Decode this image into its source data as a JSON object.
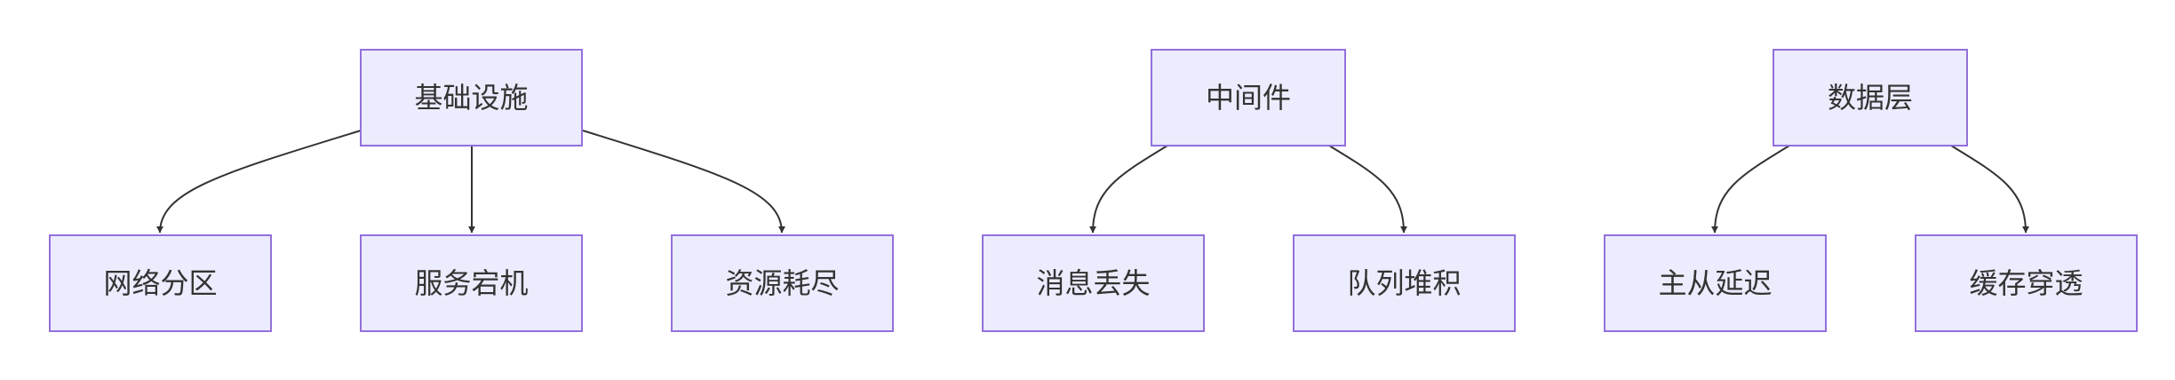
{
  "diagram": {
    "groups": [
      {
        "root": "基础设施",
        "children": [
          "网络分区",
          "服务宕机",
          "资源耗尽"
        ]
      },
      {
        "root": "中间件",
        "children": [
          "消息丢失",
          "队列堆积"
        ]
      },
      {
        "root": "数据层",
        "children": [
          "主从延迟",
          "缓存穿透"
        ]
      }
    ],
    "colors": {
      "node_fill": "#ECECFF",
      "node_stroke": "#9370DB",
      "edge": "#333333",
      "text": "#333333"
    }
  }
}
